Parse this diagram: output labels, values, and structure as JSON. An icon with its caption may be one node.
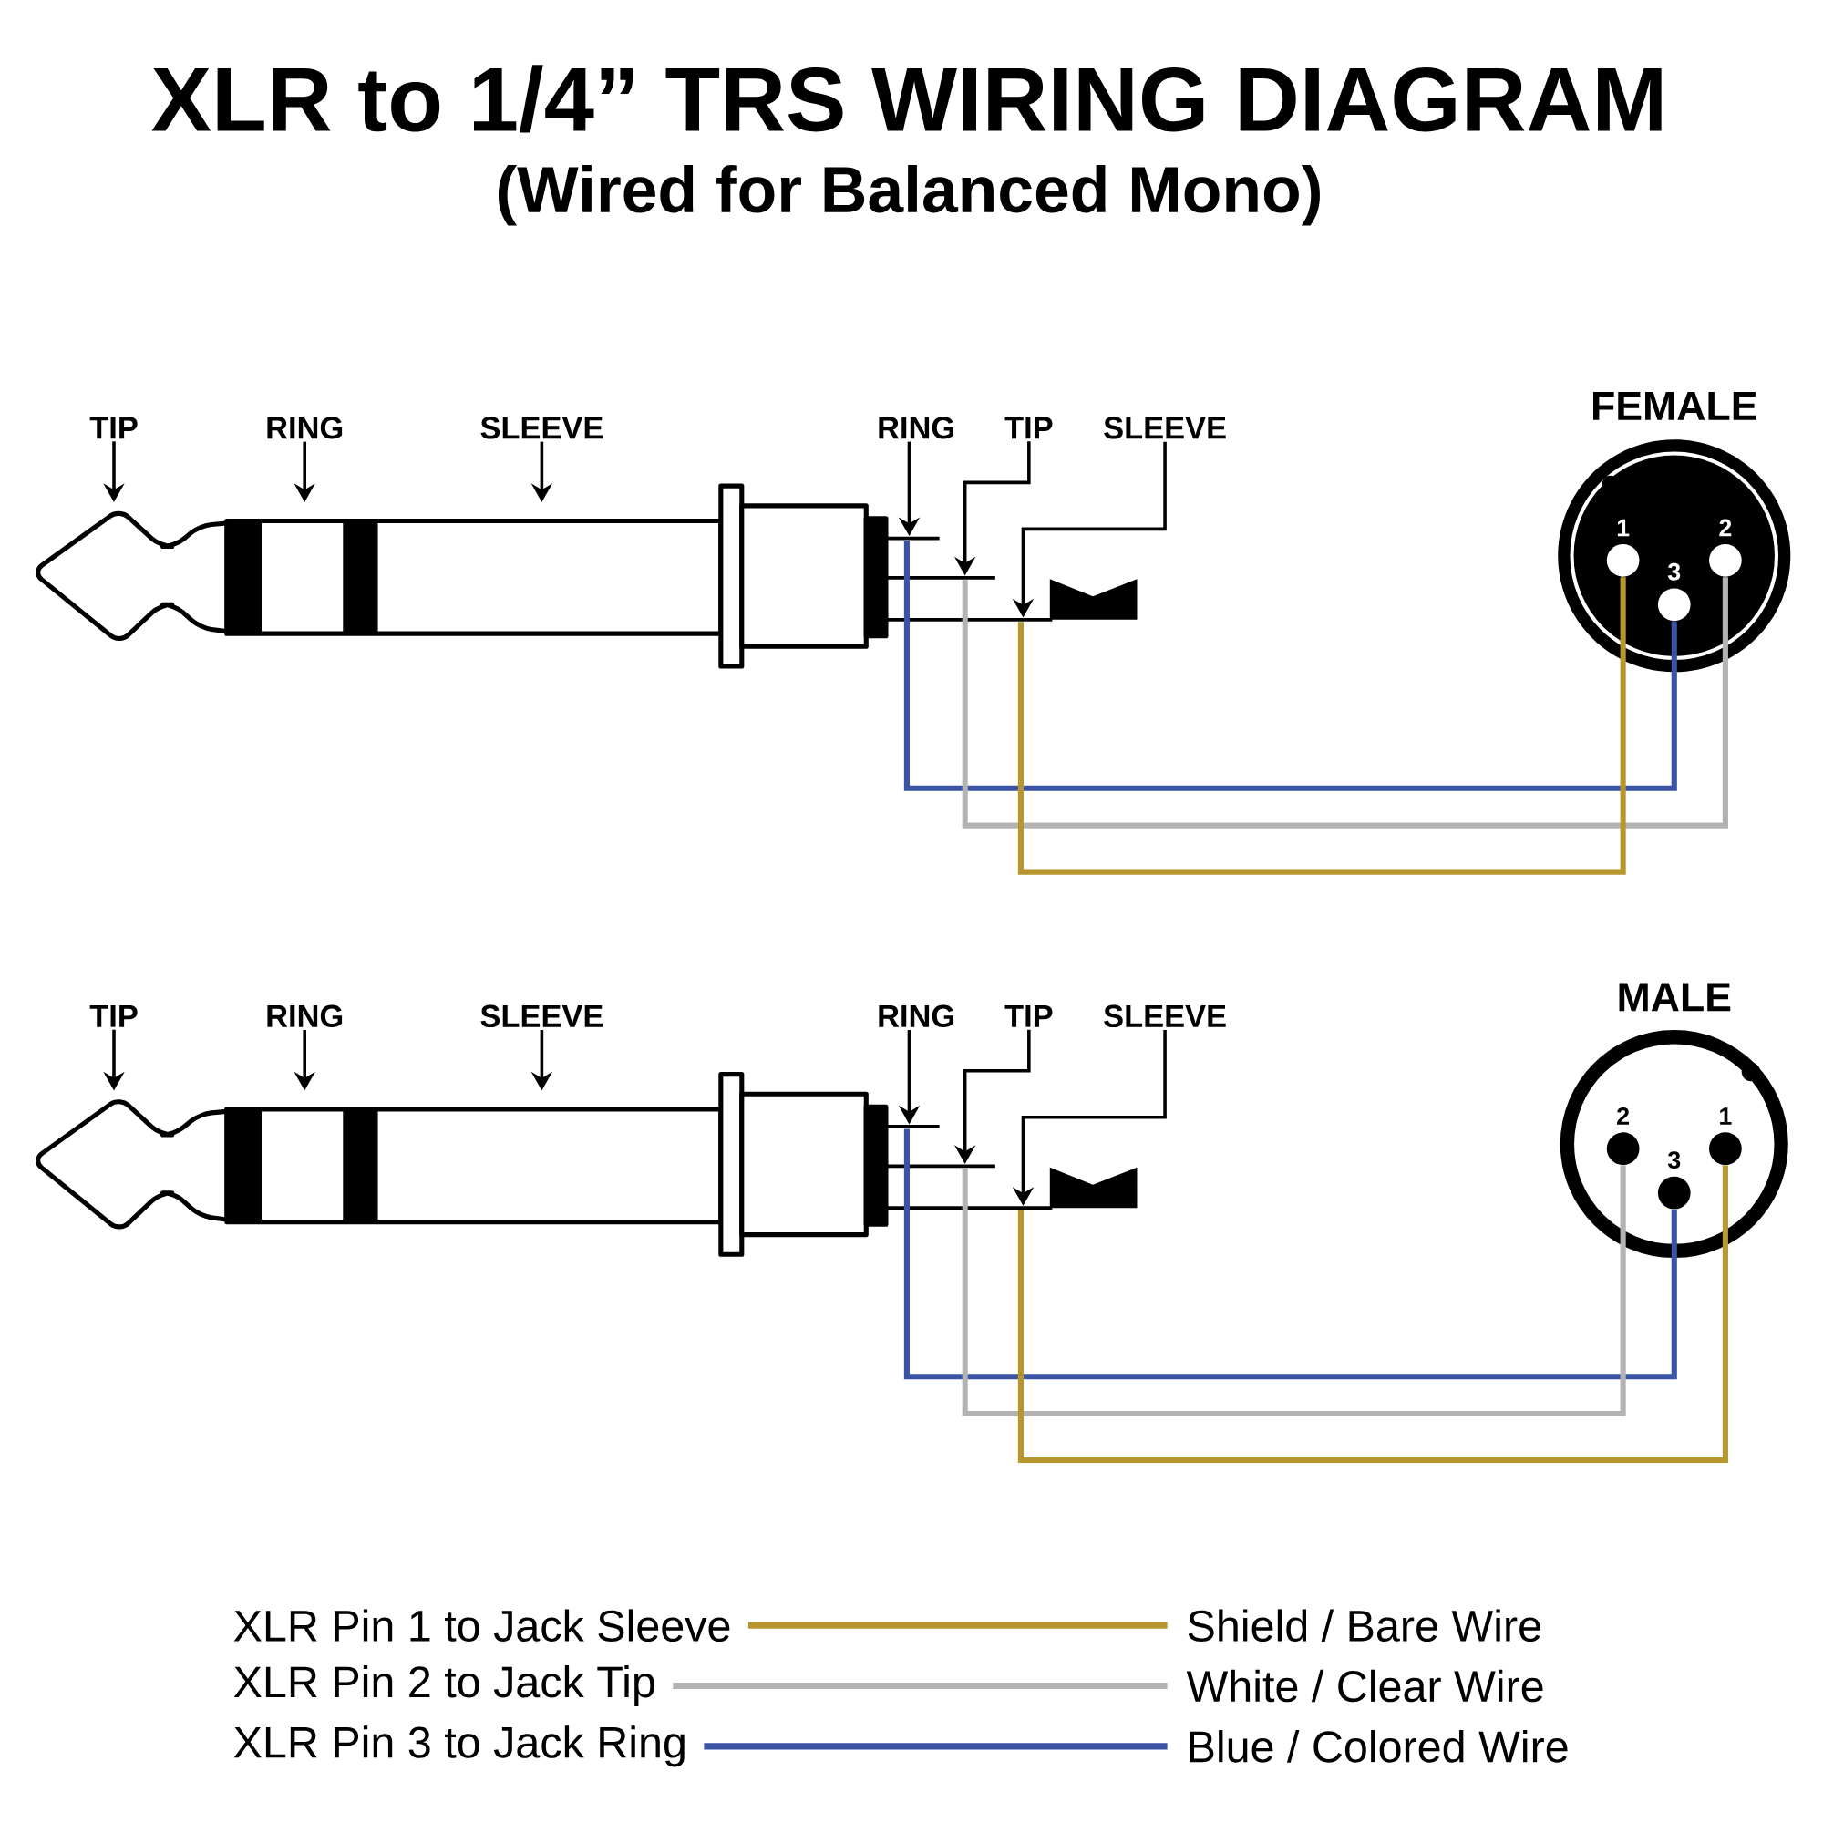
{
  "diagram": {
    "title": "XLR to 1/4” TRS WIRING DIAGRAM",
    "nodes": [
      {
        "text": [
          "TIP"
        ]
      },
      {
        "text": [
          "RING"
        ]
      },
      {
        "text": [
          "SLEEVE"
        ]
      },
      {
        "text": [
          "RING"
        ]
      },
      {
        "text": [
          "TIP"
        ]
      },
      {
        "text": [
          "SLEEVE"
        ]
      },
      {
        "text": [],
        "shape": "bar"
      },
      {
        "text": [],
        "shape": "bar"
      },
      {
        "text": [],
        "shape": "bar"
      },
      {
        "text": [
          "FEMALE"
        ]
      },
      {
        "text": [
          "1"
        ],
        "in": 9
      },
      {
        "text": [
          "2"
        ],
        "in": 9
      },
      {
        "text": [
          "3"
        ],
        "in": 9
      },
      {
        "text": [
          "TIP"
        ]
      },
      {
        "text": [
          "RING"
        ]
      },
      {
        "text": [
          "SLEEVE"
        ]
      },
      {
        "text": [
          "RING"
        ]
      },
      {
        "text": [
          "TIP"
        ]
      },
      {
        "text": [
          "SLEEVE"
        ]
      },
      {
        "text": [],
        "shape": "bar"
      },
      {
        "text": [],
        "shape": "bar"
      },
      {
        "text": [],
        "shape": "bar"
      },
      {
        "text": [
          "MALE"
        ]
      },
      {
        "text": [
          "2"
        ],
        "in": 22
      },
      {
        "text": [
          "1"
        ],
        "in": 22
      },
      {
        "text": [
          "3"
        ],
        "in": 22
      }
    ],
    "edges": [
      {
        "from": 0,
        "to": null,
        "arrow": "to"
      },
      {
        "from": 1,
        "to": null,
        "arrow": "to"
      },
      {
        "from": 2,
        "to": null,
        "arrow": "to"
      },
      {
        "from": 3,
        "to": 6,
        "arrow": "to"
      },
      {
        "from": 4,
        "to": 7,
        "arrow": "to"
      },
      {
        "from": 5,
        "to": 8,
        "arrow": "to"
      },
      {
        "from": 6,
        "to": 12,
        "arrow": "none",
        "color": "#3a53a4"
      },
      {
        "from": 7,
        "to": 11,
        "arrow": "none",
        "color": "#b3b3b3"
      },
      {
        "from": 8,
        "to": 10,
        "arrow": "none",
        "color": "#b8962e"
      },
      {
        "from": 13,
        "to": null,
        "arrow": "to"
      },
      {
        "from": 14,
        "to": null,
        "arrow": "to"
      },
      {
        "from": 15,
        "to": null,
        "arrow": "to"
      },
      {
        "from": 16,
        "to": 19,
        "arrow": "to"
      },
      {
        "from": 17,
        "to": 20,
        "arrow": "to"
      },
      {
        "from": 18,
        "to": 21,
        "arrow": "to"
      },
      {
        "from": 19,
        "to": 25,
        "arrow": "none",
        "color": "#3a53a4"
      },
      {
        "from": 20,
        "to": 23,
        "arrow": "none",
        "color": "#b3b3b3"
      },
      {
        "from": 21,
        "to": 24,
        "arrow": "none",
        "color": "#b8962e"
      }
    ],
    "labels": [
      "(Wired for Balanced Mono)",
      "Shield / Bare Wire",
      "White / Clear Wire",
      "Blue / Colored Wire"
    ],
    "legend": [
      {
        "text": "XLR Pin 1 to Jack Sleeve",
        "color": "#b8962e"
      },
      {
        "text": "XLR Pin 2 to Jack Tip",
        "color": "#b3b3b3"
      },
      {
        "text": "XLR Pin 3 to Jack Ring",
        "color": "#3a53a4"
      }
    ]
  }
}
